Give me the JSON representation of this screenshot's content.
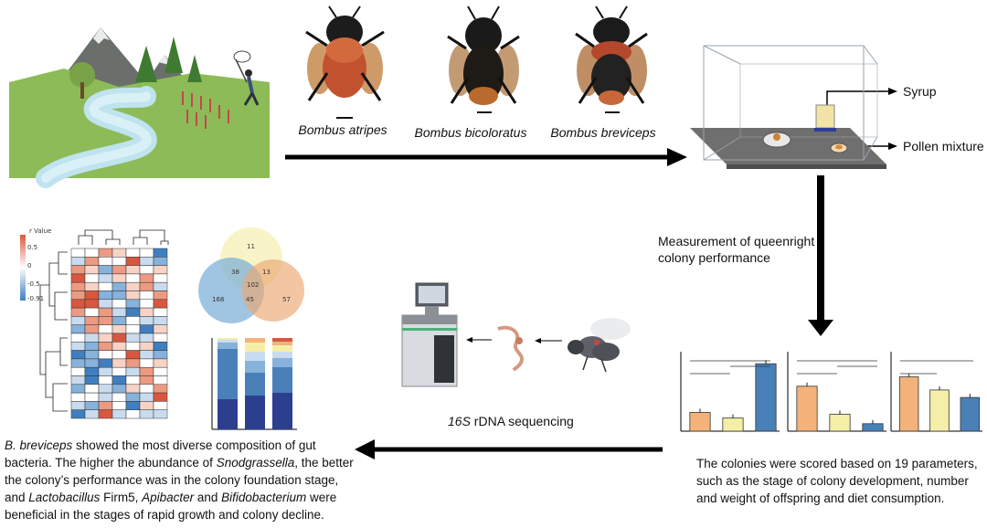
{
  "species": [
    {
      "name": "Bombus atripes"
    },
    {
      "name": "Bombus bicoloratus"
    },
    {
      "name": "Bombus breviceps"
    }
  ],
  "box_labels": {
    "syrup": "Syrup",
    "pollen": "Pollen mixture"
  },
  "measurement_label": "Measurement of queenright colony performance",
  "sequencing_label": {
    "prefix": "16S",
    "suffix": " rDNA sequencing"
  },
  "scoring_text": "The colonies were scored based on 19 parameters, such as the stage of colony development, number and weight of offspring and diet consumption.",
  "summary": {
    "s1_italic": "B. breviceps",
    "s1_rest": " showed the most diverse composition of gut bacteria.",
    "s2_pre": "The higher the abundance of ",
    "s2_italic": "Snodgrassella",
    "s2_rest": ", the better the colony’s performance was in the colony foundation stage, and ",
    "s3_italic1": "Lactobacillus",
    "s3_mid1": " Firm5, ",
    "s3_italic2": "Apibacter",
    "s3_mid2": " and ",
    "s3_italic3": "Bifidobacterium",
    "s3_rest": " were beneficial in the stages of rapid growth and colony decline."
  },
  "heatmap_legend": {
    "title": "r Value",
    "ticks": [
      "0.5",
      "0",
      "-0.5",
      "-0.91"
    ]
  },
  "venn": {
    "values": [
      "11",
      "38",
      "13",
      "102",
      "45",
      "168",
      "57"
    ]
  },
  "colors": {
    "orange": "#f2b27a",
    "yellow": "#f5eea7",
    "blue": "#4a80b8",
    "dark_blue": "#2c3f8f"
  },
  "chart_data": [
    {
      "type": "bar",
      "categories": [
        "",
        "",
        ""
      ],
      "values": [
        1.0,
        0.7,
        3.6
      ]
    },
    {
      "type": "bar",
      "categories": [
        "",
        "",
        ""
      ],
      "values": [
        2.4,
        0.9,
        0.4
      ]
    },
    {
      "type": "bar",
      "categories": [
        "",
        "",
        ""
      ],
      "values": [
        2.9,
        2.2,
        1.8
      ]
    }
  ]
}
